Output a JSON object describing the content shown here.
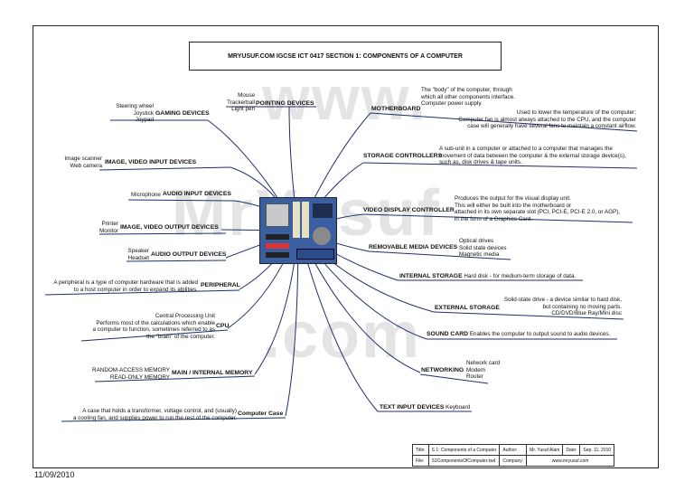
{
  "title": "MRYUSUF.COM IGCSE ICT 0417 SECTION 1: COMPONENTS OF A COMPUTER",
  "watermark": {
    "line1": "www.",
    "line2": "MrYusuf",
    "line3": ".com"
  },
  "left": {
    "gaming": {
      "label": "GAMING DEVICES",
      "items": [
        "Steering wheel",
        "Joystick",
        "Joypad"
      ]
    },
    "image_input": {
      "label": "IMAGE, VIDEO INPUT DEVICES",
      "items": [
        "Image scanner",
        "Web camera"
      ]
    },
    "audio_input": {
      "label": "AUDIO INPUT DEVICES",
      "items": [
        "Microphone"
      ]
    },
    "image_output": {
      "label": "IMAGE, VIDEO OUTPUT DEVICES",
      "items": [
        "Printer",
        "Monitor"
      ]
    },
    "audio_output": {
      "label": "AUDIO OUTPUT DEVICES",
      "items": [
        "Speaker",
        "Headset"
      ]
    },
    "peripheral": {
      "label": "PERIPHERAL",
      "desc": [
        "A peripheral is a type of computer hardware that is added",
        "to a host computer in order to expand its abilities."
      ]
    },
    "cpu": {
      "label": "CPU",
      "desc": [
        "Central Processing Unit",
        "Performs most of the calculations which enable",
        "a computer to function, sometimes referred to as",
        "the \"brain\" of the computer."
      ]
    },
    "memory": {
      "label": "MAIN / INTERNAL MEMORY",
      "items": [
        "RANDOM-ACCESS MEMORY",
        "READ-ONLY MEMORY"
      ]
    },
    "case": {
      "label": "Computer Case",
      "desc": [
        "A case that holds a transformer, voltage control, and (usually)",
        "a cooling fan, and supplies power to run the rest of the computer."
      ]
    }
  },
  "top": {
    "pointing": {
      "label": "POINTING DEVICES",
      "items": [
        "Mouse",
        "Trackerball",
        "Light pen"
      ]
    }
  },
  "right": {
    "motherboard": {
      "label": "MOTHERBOARD",
      "desc": [
        "The \"body\" of the computer, through",
        "which all other components interface.",
        "Computer power supply."
      ]
    },
    "cooling": [
      "Used to lower the temperature of the computer;",
      "Computer fan is almost always attached to the CPU, and the computer",
      "case will generally have several fans to maintain a constant airflow."
    ],
    "storage_ctrl": {
      "label": "STORAGE CONTROLLERS",
      "desc": [
        "A sub-unit in a computer or attached to a computer that manages the",
        "movement of data between the computer & the external storage device(s),",
        "such as, disk drives & tape units."
      ]
    },
    "video_ctrl": {
      "label": "VIDEO DISPLAY CONTROLLER",
      "desc": [
        "Produces the output for the visual display unit.",
        "This will either be built into the motherboard or",
        "attached in its own separate slot (PCI, PCI-E, PCI-E 2.0, or AGP),",
        "in the form of a Graphics Card."
      ]
    },
    "removable": {
      "label": "REMOVABLE MEDIA DEVICES",
      "items": [
        "Optical drives",
        "Solid state devices",
        "Magnetic  media"
      ]
    },
    "internal_storage": {
      "label": "INTERNAL STORAGE",
      "desc": "Hard disk - for medium-term storage of data."
    },
    "external_storage": {
      "label": "EXTERNAL STORAGE",
      "desc": [
        "Solid-state drive - a device similar to hard disk,",
        "but containing no moving parts.",
        "CD/DVD/Blue Ray/Mini disc"
      ]
    },
    "sound": {
      "label": "SOUND CARD",
      "desc": "Enables the computer to output sound to audio devices."
    },
    "networking": {
      "label": "NETWORKING",
      "items": [
        "Network card",
        "Modem",
        "Router"
      ]
    },
    "text_input": {
      "label": "TEXT INPUT DEVICES",
      "desc": "Keyboard"
    }
  },
  "title_block": {
    "title_label": "Title:",
    "title_value": "S 1: Components of a Computer",
    "author_label": "Author:",
    "author_value": "Mr. Yusuf Alam",
    "date_label": "Date:",
    "date_value": "Sep. 11, 2010",
    "file_label": "File:",
    "file_value": "S1ComponentsOfComputer.twd",
    "company_label": "Company:",
    "company_value": "www.mryusuf.com"
  },
  "footer_date": "11/09/2010"
}
